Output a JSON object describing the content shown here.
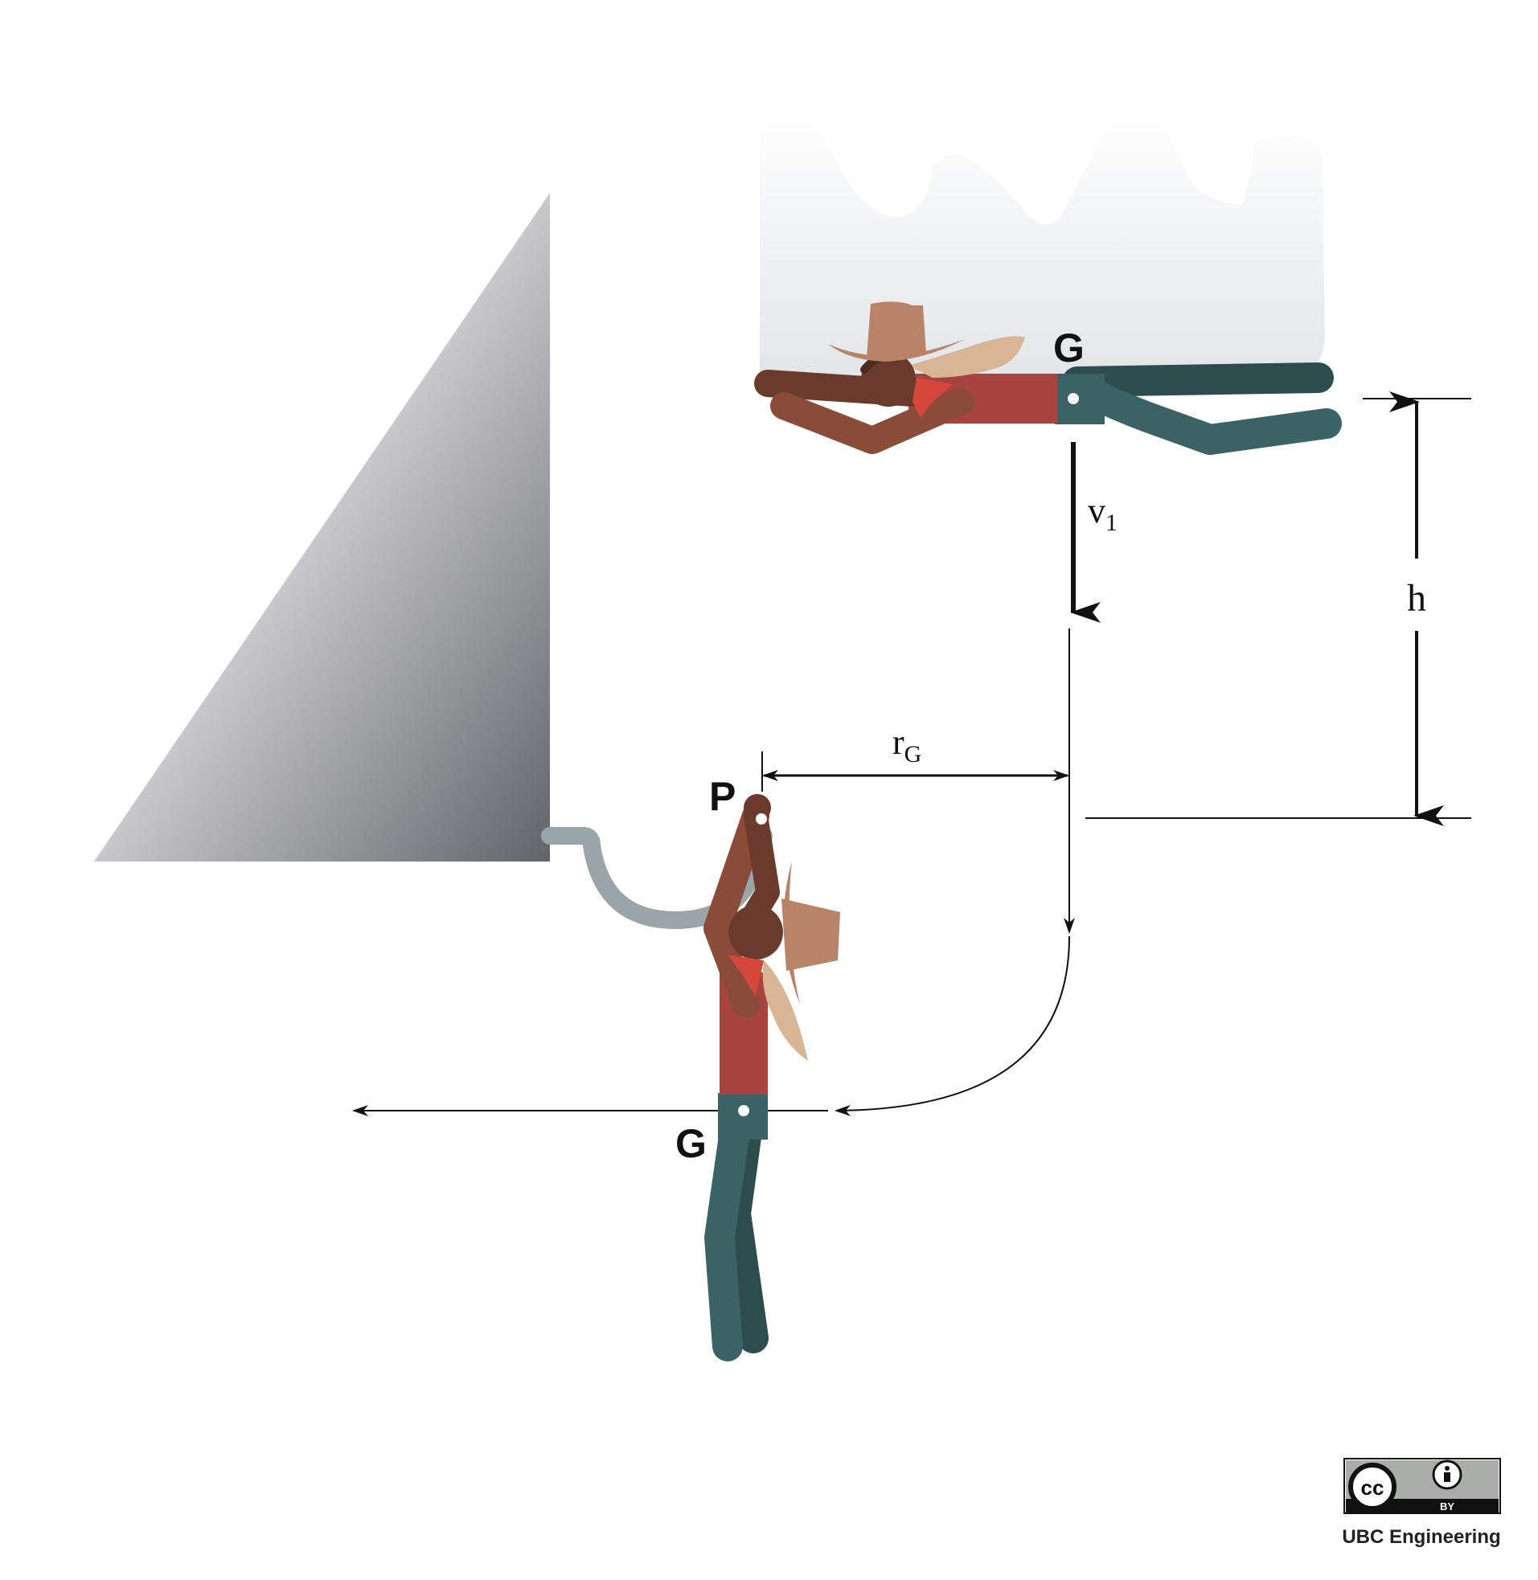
{
  "diagram": {
    "labels": {
      "g_top": "G",
      "v1_main": "v",
      "v1_sub": "1",
      "h": "h",
      "rg_main": "r",
      "rg_sub": "G",
      "p": "P",
      "g_bottom": "G"
    }
  },
  "license": {
    "cc": "cc",
    "by": "BY",
    "org": "UBC Engineering"
  },
  "colors": {
    "skin": "#8a4b38",
    "skin_dark": "#6a3a2c",
    "shirt": "#a8443f",
    "pants": "#3b6264",
    "pants_dark": "#2c4c4e",
    "hat": "#b98367",
    "hair": "#d8b595",
    "bandana": "#d4473a",
    "bar": "#9aa5aa",
    "ink": "#111111"
  }
}
